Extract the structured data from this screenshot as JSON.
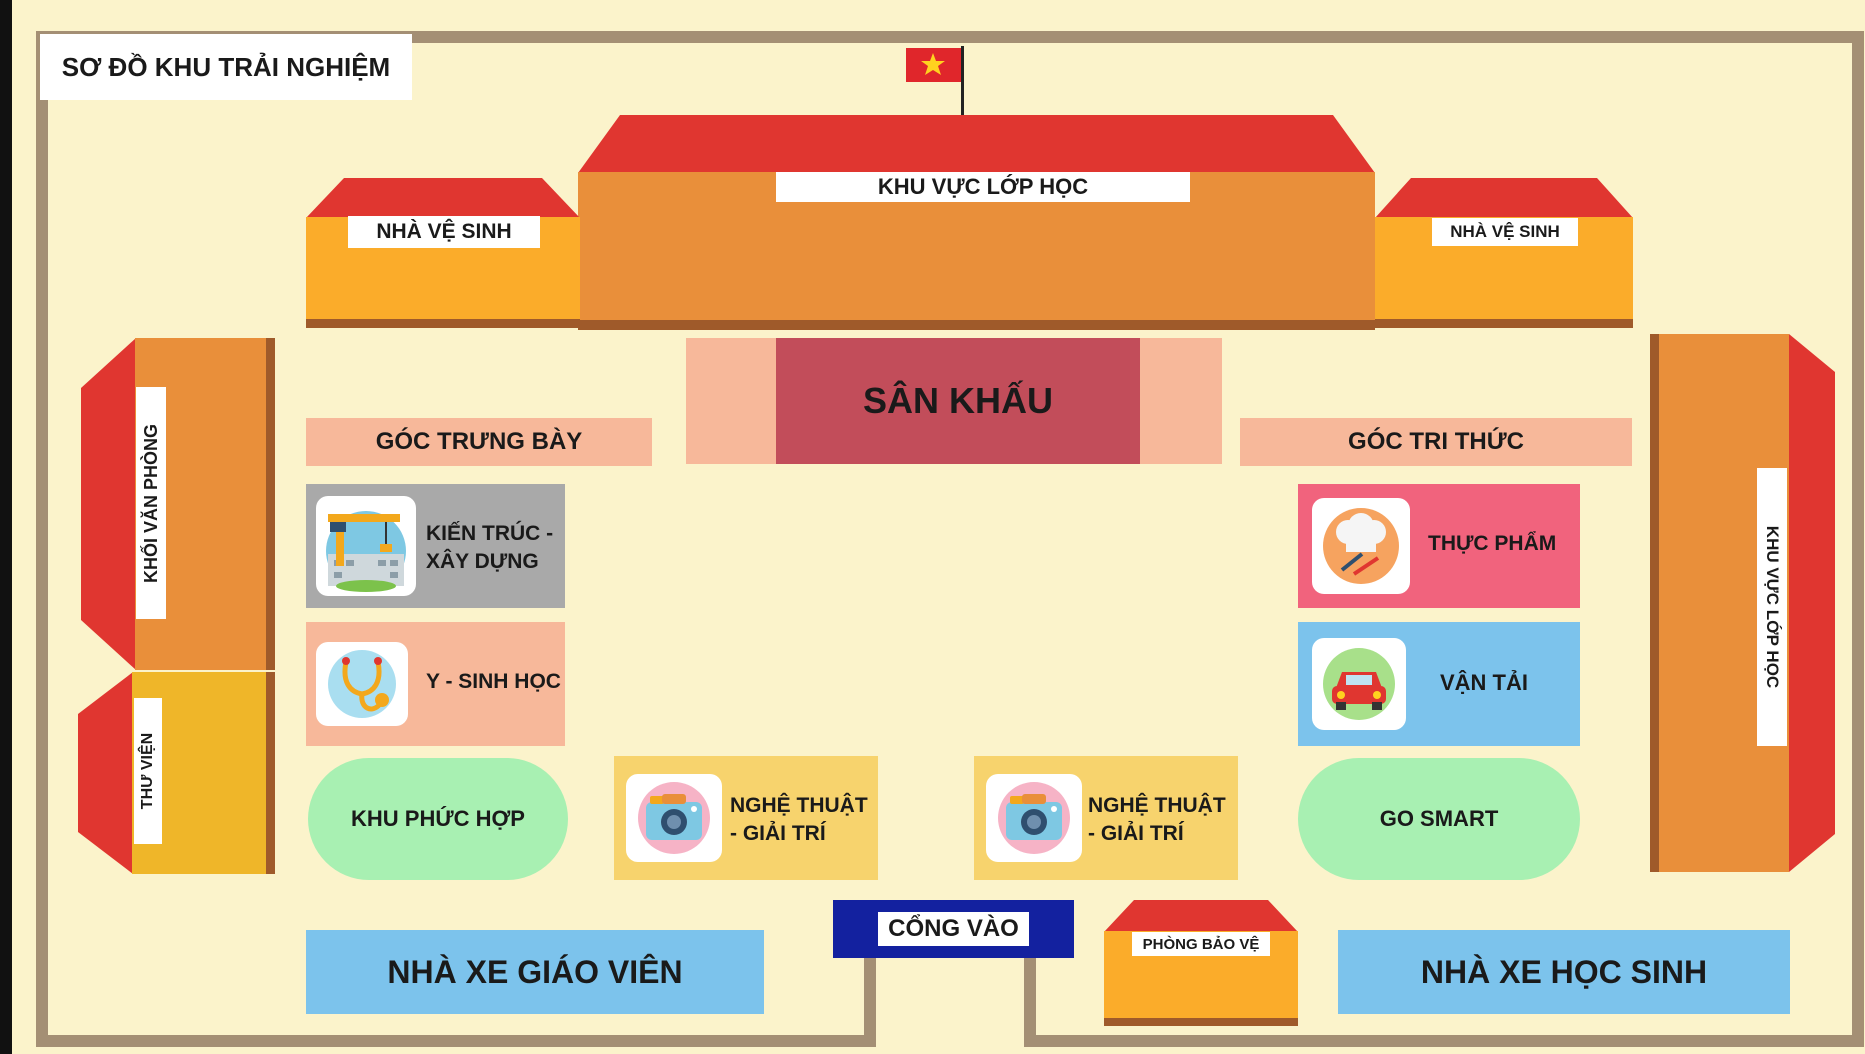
{
  "diagram_title": "SƠ ĐỒ KHU TRẢI NGHIỆM",
  "colors": {
    "background": "#fbf3cb",
    "wall": "#a48f74",
    "roof": "#e03630",
    "building_orange": "#e98f3a",
    "building_yellow": "#fbac2a",
    "stage_pink": "#c24d5a",
    "stage_side": "#f7b89a",
    "display_gray": "#a9a9a9",
    "food_pink": "#f1637d",
    "blue_zone": "#7cc3ec",
    "green_zone": "#a8f0b2",
    "art_yellow": "#f7d36d",
    "gate_navy": "#13219f"
  },
  "buildings": {
    "main_classroom": "KHU VỰC LỚP HỌC",
    "restroom_left": "NHÀ VỆ SINH",
    "restroom_right": "NHÀ VỆ SINH",
    "office_block": "KHỐI VĂN PHÒNG",
    "library": "THƯ VIỆN",
    "classroom_right": "KHU VỰC LỚP HỌC",
    "guard_room": "PHÒNG BẢO VỆ"
  },
  "stage": {
    "label": "SÂN KHẤU"
  },
  "corners": {
    "display": "GÓC TRƯNG BÀY",
    "knowledge": "GÓC TRI THỨC"
  },
  "zones": {
    "architecture_line1": "KIẾN TRÚC -",
    "architecture_line2": "XÂY DỰNG",
    "biomedical": "Y - SINH HỌC",
    "complex": "KHU PHỨC HỢP",
    "art_left_line1": "NGHỆ THUẬT",
    "art_left_line2": "- GIẢI TRÍ",
    "art_right_line1": "NGHỆ THUẬT",
    "art_right_line2": "- GIẢI TRÍ",
    "food": "THỰC PHẨM",
    "transport": "VẬN TẢI",
    "go_smart": "GO SMART"
  },
  "parking": {
    "teachers": "NHÀ XE GIÁO VIÊN",
    "students": "NHÀ XE HỌC SINH"
  },
  "gate": "CỔNG VÀO",
  "icons": [
    "flag-icon",
    "crane-icon",
    "stethoscope-icon",
    "chef-hat-icon",
    "car-icon",
    "camera-icon"
  ]
}
